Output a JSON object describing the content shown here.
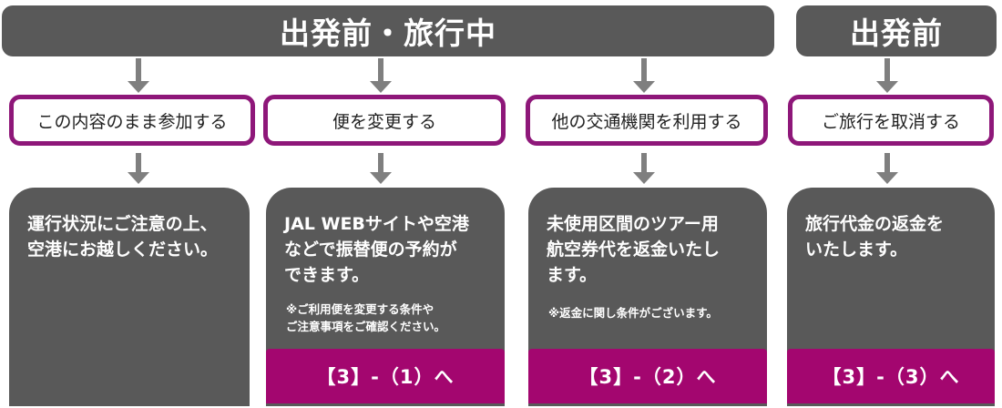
{
  "headers": {
    "during": "出発前・旅行中",
    "before": "出発前"
  },
  "options": [
    {
      "label": "この内容のまま参加する",
      "description": [
        "運行状況にご注意の上、",
        "空港にお越しください。"
      ],
      "note": [],
      "link": ""
    },
    {
      "label": "便を変更する",
      "description": [
        "JAL WEBサイトや空港",
        "などで振替便の予約が",
        "できます。"
      ],
      "note": [
        "※ご利用便を変更する条件や",
        "ご注意事項をご確認ください。"
      ],
      "link": "【3】-（1）へ"
    },
    {
      "label": "他の交通機関を利用する",
      "description": [
        "未使用区間のツアー用",
        "航空券代を返金いたし",
        "ます。"
      ],
      "note": [
        "※返金に関し条件がございます。"
      ],
      "link": "【3】-（2）へ"
    },
    {
      "label": "ご旅行を取消する",
      "description": [
        "旅行代金の返金を",
        "いたします。"
      ],
      "note": [],
      "link": "【3】-（3）へ"
    }
  ],
  "colors": {
    "header_bg": "#595959",
    "option_border": "#8e1779",
    "desc_bg": "#595959",
    "link_bg": "#a3066f",
    "arrow": "#7f7f7f"
  }
}
